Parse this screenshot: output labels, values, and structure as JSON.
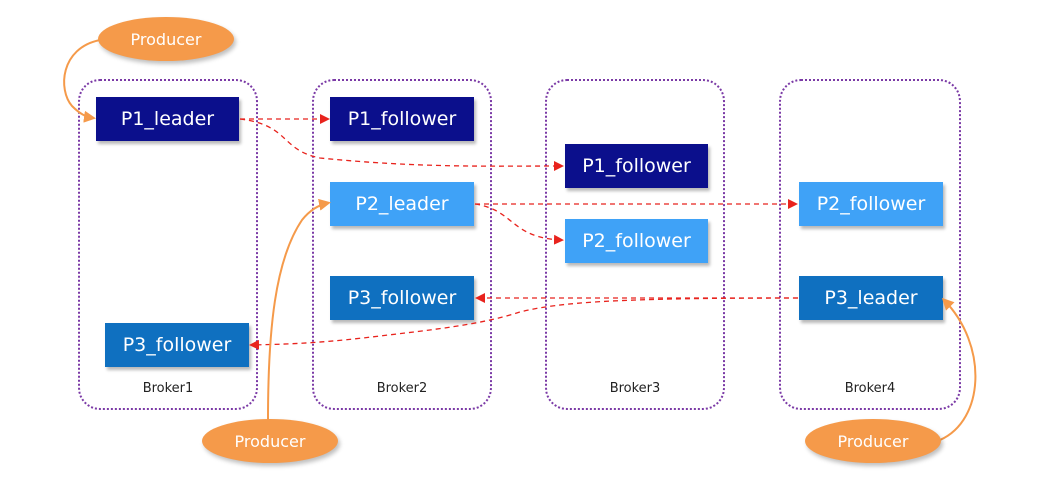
{
  "brokers": [
    {
      "label": "Broker1"
    },
    {
      "label": "Broker2"
    },
    {
      "label": "Broker3"
    },
    {
      "label": "Broker4"
    }
  ],
  "partitions": {
    "b1_p1_leader": "P1_leader",
    "b1_p3_follower": "P3_follower",
    "b2_p1_follower": "P1_follower",
    "b2_p2_leader": "P2_leader",
    "b2_p3_follower": "P3_follower",
    "b3_p1_follower": "P1_follower",
    "b3_p2_follower": "P2_follower",
    "b4_p2_follower": "P2_follower",
    "b4_p3_leader": "P3_leader"
  },
  "producers": [
    "Producer",
    "Producer",
    "Producer"
  ],
  "colors": {
    "p1": "#0b0f8c",
    "p2": "#3fa2f7",
    "p3": "#0f70c0",
    "producer": "#f59a4a",
    "replication_arrow": "#e8231d",
    "produce_arrow": "#f59a4a",
    "broker_border": "#7b3aa6"
  }
}
